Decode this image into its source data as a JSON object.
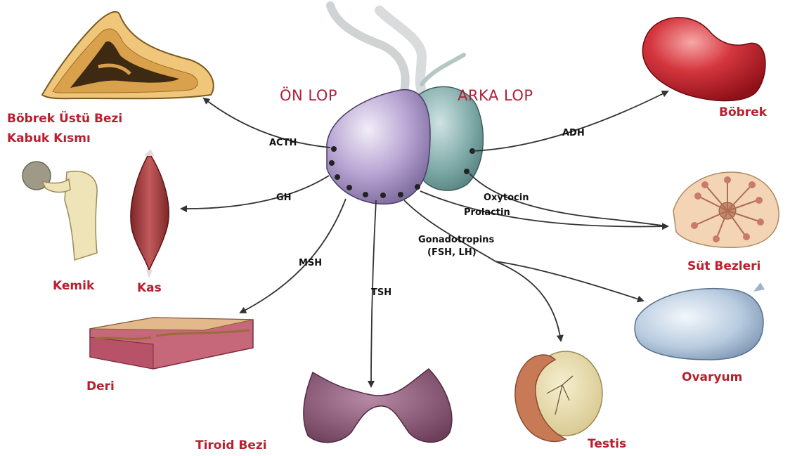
{
  "lobes": {
    "anterior": "ÖN LOP",
    "posterior": "ARKA LOP"
  },
  "hormones": {
    "acth": "ACTH",
    "gh": "GH",
    "msh": "MSH",
    "tsh": "TSH",
    "gonadotropins_line1": "Gonadotropins",
    "gonadotropins_line2": "(FSH, LH)",
    "prolactin": "Prolactin",
    "oxytocin": "Oxytocin",
    "adh": "ADH"
  },
  "organs": {
    "adrenal_line1": "Böbrek Üstü Bezi",
    "adrenal_line2": "Kabuk Kısmı",
    "bone": "Kemik",
    "muscle": "Kas",
    "skin": "Deri",
    "thyroid": "Tiroid Bezi",
    "testis": "Testis",
    "ovary": "Ovaryum",
    "mammary": "Süt Bezleri",
    "kidney": "Böbrek"
  }
}
